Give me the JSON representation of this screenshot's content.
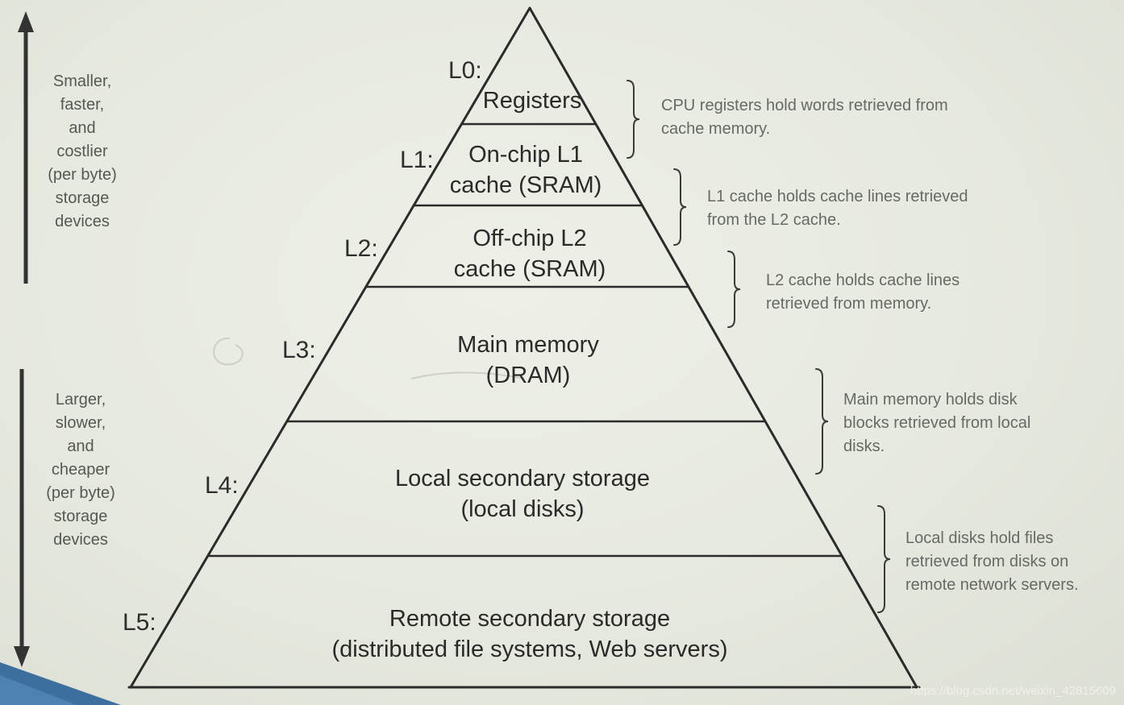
{
  "levels": [
    {
      "tag": "L0:",
      "name_lines": [
        "Registers"
      ]
    },
    {
      "tag": "L1:",
      "name_lines": [
        "On-chip L1",
        "cache (SRAM)"
      ]
    },
    {
      "tag": "L2:",
      "name_lines": [
        "Off-chip L2",
        "cache (SRAM)"
      ]
    },
    {
      "tag": "L3:",
      "name_lines": [
        "Main memory",
        "(DRAM)"
      ]
    },
    {
      "tag": "L4:",
      "name_lines": [
        "Local secondary storage",
        "(local disks)"
      ]
    },
    {
      "tag": "L5:",
      "name_lines": [
        "Remote secondary storage",
        "(distributed file systems, Web servers)"
      ]
    }
  ],
  "annotations": [
    {
      "lines": [
        "CPU registers hold words retrieved from",
        "cache memory."
      ]
    },
    {
      "lines": [
        "L1 cache holds cache lines retrieved",
        "from the L2 cache."
      ]
    },
    {
      "lines": [
        "L2 cache holds cache lines",
        "retrieved from memory."
      ]
    },
    {
      "lines": [
        "Main memory holds disk",
        "blocks retrieved from local",
        "disks."
      ]
    },
    {
      "lines": [
        "Local disks hold files",
        "retrieved from disks on",
        "remote network servers."
      ]
    }
  ],
  "side_labels": {
    "top": [
      "Smaller,",
      "faster,",
      "and",
      "costlier",
      "(per byte)",
      "storage",
      "devices"
    ],
    "bottom": [
      "Larger,",
      "slower,",
      "and",
      "cheaper",
      "(per byte)",
      "storage",
      "devices"
    ]
  },
  "watermark": "https://blog.csdn.net/weixin_42815609",
  "colors": {
    "background": "#e7eae0",
    "ink": "#2b2b2b",
    "annotation": "#666a66"
  }
}
